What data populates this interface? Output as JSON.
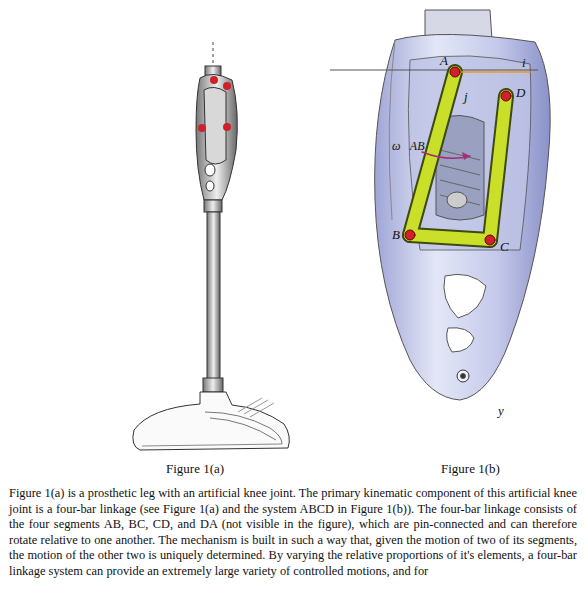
{
  "diagram": {
    "labels": [
      "A",
      "i",
      "D",
      "j",
      "ω⃗AB",
      "B",
      "C",
      "y",
      "Figure 1(a)",
      "Figure 1(b)",
      "Figure 1(a) is a prosthetic leg with an artificial knee joint. The primary kinematic component of this artificial knee joint is a four-bar linkage (see Figure 1(a) and the system ABCD in Figure 1(b)). The four-bar linkage consists of the four segments AB, BC, CD, and DA (not visible in the figure), which are pin-connected and can therefore rotate relative to one another. The mechanism is built in such a way that, given the motion of two of its segments, the motion of the other two is uniquely determined. By varying the relative proportions of it's elements, a four-bar linkage system can provide an extremely large variety of controlled motions, and for"
    ]
  }
}
